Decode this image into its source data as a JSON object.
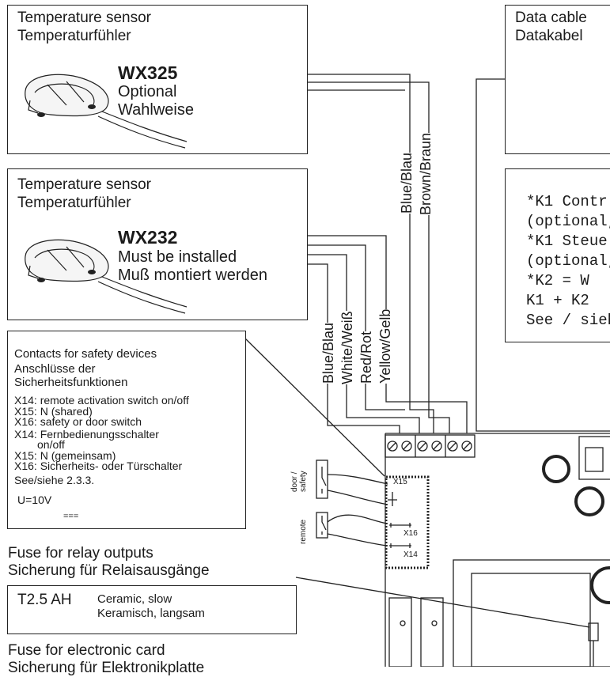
{
  "sensor1": {
    "title_en": "Temperature sensor",
    "title_de": "Temperaturfühler",
    "model": "WX325",
    "note_en": "Optional",
    "note_de": "Wahlweise"
  },
  "sensor2": {
    "title_en": "Temperature sensor",
    "title_de": "Temperaturfühler",
    "model": "WX232",
    "note_en": "Must be installed",
    "note_de": "Muß montiert werden"
  },
  "datacable": {
    "title_en": "Data cable",
    "title_de": "Datakabel"
  },
  "k_notes": [
    "*K1 Contr",
    "(optional,",
    "*K1 Steue",
    "(optional,",
    "*K2 = W",
    "K1 + K2",
    "See / sieh"
  ],
  "wires_top": [
    "Blue/Blau",
    "Brown/Braun"
  ],
  "wires_mid": [
    "Blue/Blau",
    "White/Weiß",
    "Red/Rot",
    "Yellow/Gelb"
  ],
  "contacts": {
    "title_en": "Contacts for safety devices",
    "title_de1": "Anschlüsse der",
    "title_de2": "Sicherheitsfunktionen",
    "lines": [
      "X14: remote activation switch on/off",
      "X15: N (shared)",
      "X16: safety or door switch",
      "X14: Fernbedienungsschalter",
      "on/off",
      "X15: N (gemeinsam)",
      "X16: Sicherheits- oder Türschalter",
      "See/siehe 2.3.3."
    ],
    "voltage": "U=10V",
    "dc_symbol": "==="
  },
  "switches": {
    "door_line1": "door /",
    "door_line2": "safety",
    "remote": "remote"
  },
  "terminals": [
    "X15",
    "X16",
    "X14"
  ],
  "fuse_relay": {
    "en": "Fuse for relay outputs",
    "de": "Sicherung für Relaisausgänge",
    "rating": "T2.5 AH",
    "type_en": "Ceramic, slow",
    "type_de": "Keramisch, langsam"
  },
  "fuse_card": {
    "en": "Fuse for electronic card",
    "de": "Sicherung für Elektronikplatte"
  }
}
